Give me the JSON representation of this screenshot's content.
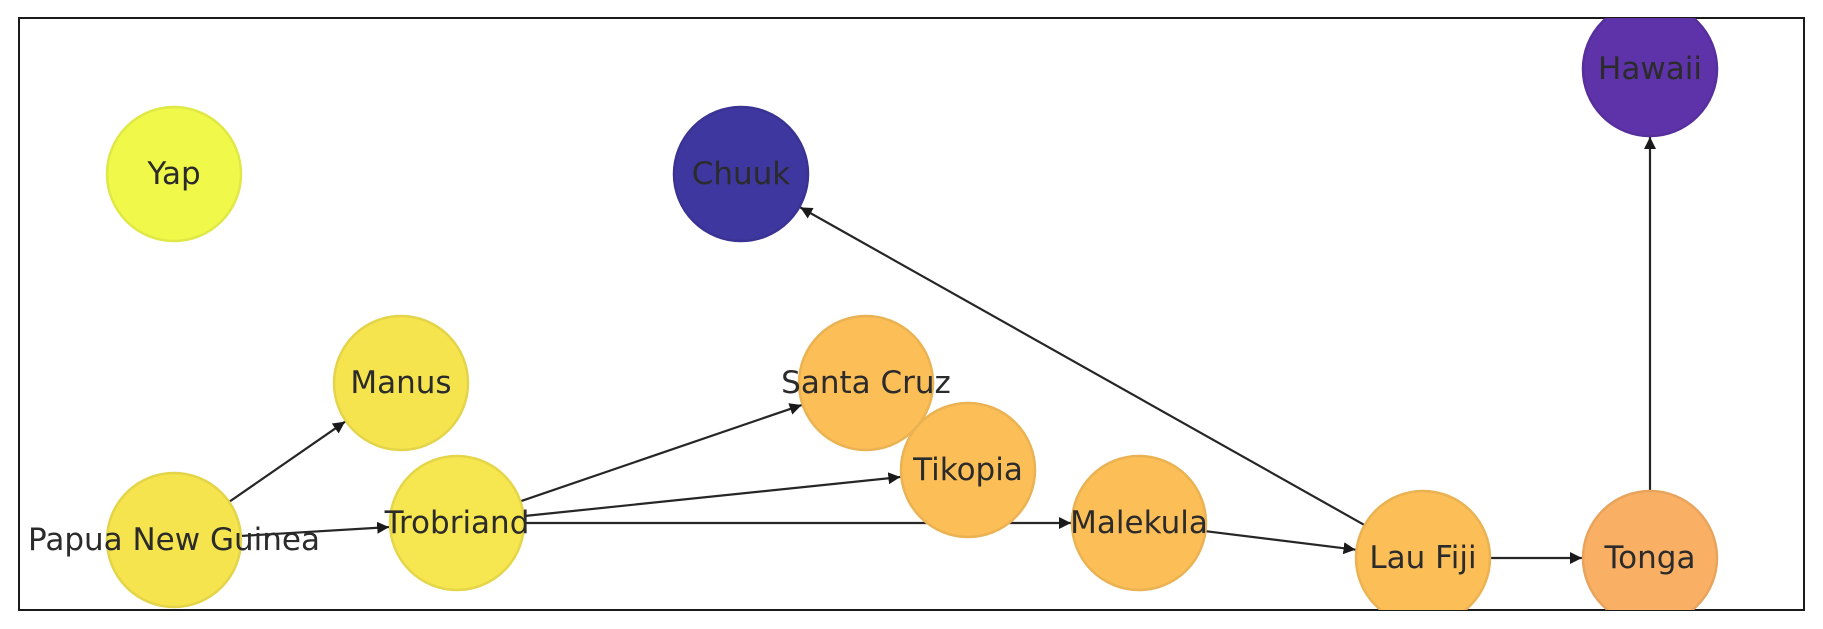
{
  "nodes": [
    {
      "id": "yap",
      "label": "Yap",
      "color": "#f0f94a"
    },
    {
      "id": "chuuk",
      "label": "Chuuk",
      "color": "#3e379f"
    },
    {
      "id": "hawaii",
      "label": "Hawaii",
      "color": "#5e33a9"
    },
    {
      "id": "manus",
      "label": "Manus",
      "color": "#f5e44e"
    },
    {
      "id": "santa-cruz",
      "label": "Santa Cruz",
      "color": "#fcbf58"
    },
    {
      "id": "tikopia",
      "label": "Tikopia",
      "color": "#fcbf58"
    },
    {
      "id": "png",
      "label": "Papua New Guinea",
      "color": "#f5e44e"
    },
    {
      "id": "trobriand",
      "label": "Trobriand",
      "color": "#f6e64f"
    },
    {
      "id": "malekula",
      "label": "Malekula",
      "color": "#fcbf58"
    },
    {
      "id": "lau-fiji",
      "label": "Lau Fiji",
      "color": "#fcbf58"
    },
    {
      "id": "tonga",
      "label": "Tonga",
      "color": "#f9b064"
    }
  ],
  "edges": [
    {
      "from": "png",
      "to": "manus"
    },
    {
      "from": "png",
      "to": "trobriand"
    },
    {
      "from": "trobriand",
      "to": "santa-cruz"
    },
    {
      "from": "trobriand",
      "to": "tikopia"
    },
    {
      "from": "trobriand",
      "to": "malekula"
    },
    {
      "from": "malekula",
      "to": "lau-fiji"
    },
    {
      "from": "lau-fiji",
      "to": "chuuk"
    },
    {
      "from": "lau-fiji",
      "to": "tonga"
    },
    {
      "from": "tonga",
      "to": "hawaii"
    }
  ]
}
